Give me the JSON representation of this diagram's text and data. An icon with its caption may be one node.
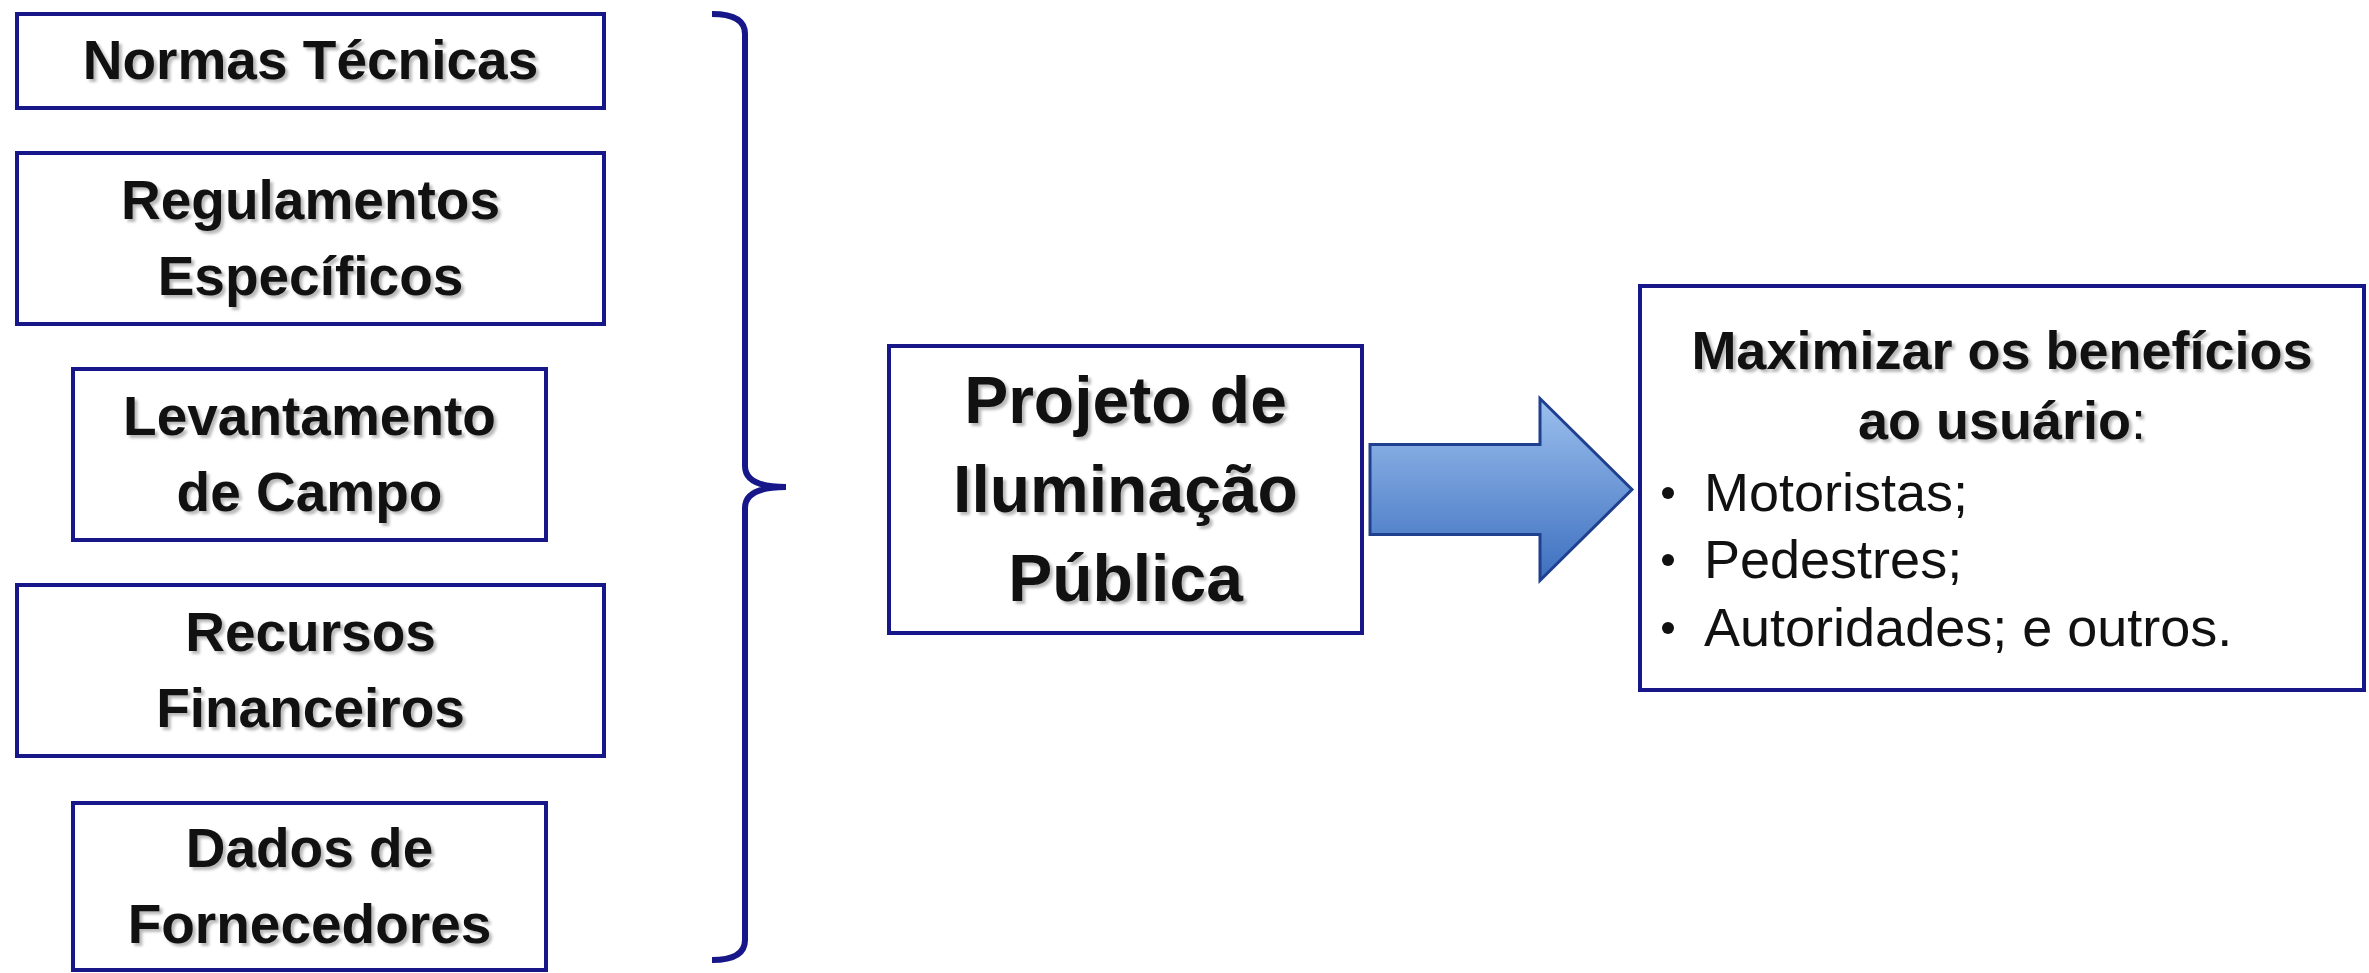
{
  "diagram": {
    "nodes": [
      {
        "text": [
          "Normas Técnicas"
        ]
      },
      {
        "text": [
          "Regulamentos Específicos"
        ]
      },
      {
        "text": [
          "Levantamento de Campo"
        ]
      },
      {
        "text": [
          "Recursos Financeiros"
        ]
      },
      {
        "text": [
          "Dados de Fornecedores"
        ]
      },
      {
        "text": [
          "Projeto de Iluminação Pública"
        ]
      },
      {
        "text": [
          "**Maximizar os benefícios ao usuário**:",
          "Motoristas;",
          "Pedestres;",
          "Autoridades; e outros."
        ]
      }
    ],
    "edges": [
      {
        "from": 5,
        "to": 6,
        "arrow": "to"
      }
    ]
  }
}
